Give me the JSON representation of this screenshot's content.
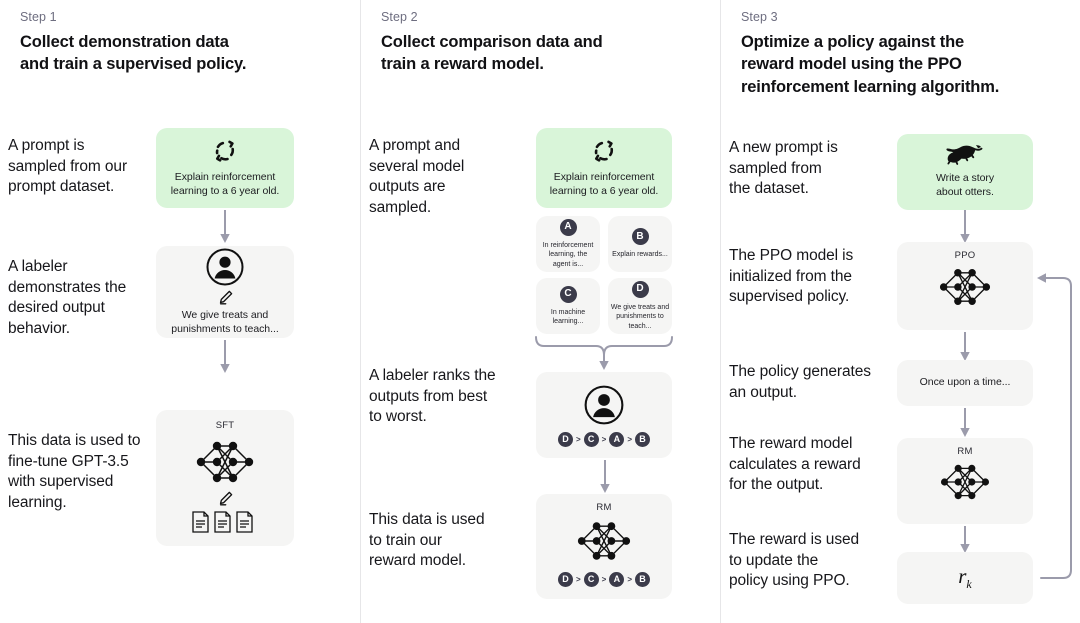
{
  "diagram": {
    "title": "RLHF three-step training diagram",
    "accent_green": "#d9f5d9",
    "card_gray": "#f5f5f4",
    "arrow_color": "#9b9bab",
    "badge_color": "#3b3b4a"
  },
  "columns": [
    {
      "step_label": "Step 1",
      "step_title": "Collect demonstration data\nand train a supervised policy.",
      "captions": [
        "A prompt is\nsampled from our\nprompt dataset.",
        "A labeler\ndemonstrates the\ndesired output\nbehavior.",
        "This data is used to\nfine-tune GPT-3.5\nwith supervised\nlearning."
      ],
      "cards": [
        {
          "kind": "prompt",
          "icon": "refresh-cycle-icon",
          "text": "Explain reinforcement\nlearning to a 6 year old."
        },
        {
          "kind": "labeler",
          "icon": "person-circle-icon",
          "sub_icon": "pencil-icon",
          "text": "We give treats and\npunishments to teach..."
        },
        {
          "kind": "model",
          "title": "SFT",
          "icon": "neural-net-icon",
          "sub_icon": "pencil-icon",
          "docs_icon": "documents-icon"
        }
      ]
    },
    {
      "step_label": "Step 2",
      "step_title": "Collect comparison data and\ntrain a reward model.",
      "captions": [
        "A prompt and\nseveral model\noutputs are\nsampled.",
        "A labeler ranks the\noutputs from best\nto worst.",
        "This data is used\nto train our\nreward model."
      ],
      "cards": [
        {
          "kind": "prompt",
          "icon": "refresh-cycle-icon",
          "text": "Explain reinforcement\nlearning to a 6 year old."
        },
        {
          "kind": "output",
          "letter": "A",
          "text": "In reinforcement\nlearning, the\nagent is..."
        },
        {
          "kind": "output",
          "letter": "B",
          "text": "Explain rewards..."
        },
        {
          "kind": "output",
          "letter": "C",
          "text": "In machine\nlearning..."
        },
        {
          "kind": "output",
          "letter": "D",
          "text": "We give treats and\npunishments to\nteach..."
        },
        {
          "kind": "labeler-rank",
          "icon": "person-circle-icon",
          "ranking": [
            "D",
            "C",
            "A",
            "B"
          ]
        },
        {
          "kind": "model-rank",
          "title": "RM",
          "icon": "neural-net-icon",
          "ranking": [
            "D",
            "C",
            "A",
            "B"
          ]
        }
      ]
    },
    {
      "step_label": "Step 3",
      "step_title": "Optimize a policy against the\nreward model using the PPO\nreinforcement learning algorithm.",
      "captions": [
        "A new prompt is\nsampled from\nthe dataset.",
        "The PPO model is\ninitialized from the\nsupervised policy.",
        "The policy generates\nan output.",
        "The reward model\ncalculates a reward\nfor the output.",
        "The reward is used\nto update the\npolicy using PPO."
      ],
      "cards": [
        {
          "kind": "prompt",
          "icon": "otter-icon",
          "text": "Write a story\nabout otters."
        },
        {
          "kind": "model",
          "title": "PPO",
          "icon": "neural-net-icon"
        },
        {
          "kind": "output-text",
          "text": "Once upon a time..."
        },
        {
          "kind": "model",
          "title": "RM",
          "icon": "neural-net-icon"
        },
        {
          "kind": "reward",
          "symbol": "r",
          "subscript": "k"
        }
      ],
      "feedback_loop": {
        "name": "ppo-update-loop-arrow",
        "from": "reward-box",
        "to": "ppo-box"
      }
    }
  ]
}
